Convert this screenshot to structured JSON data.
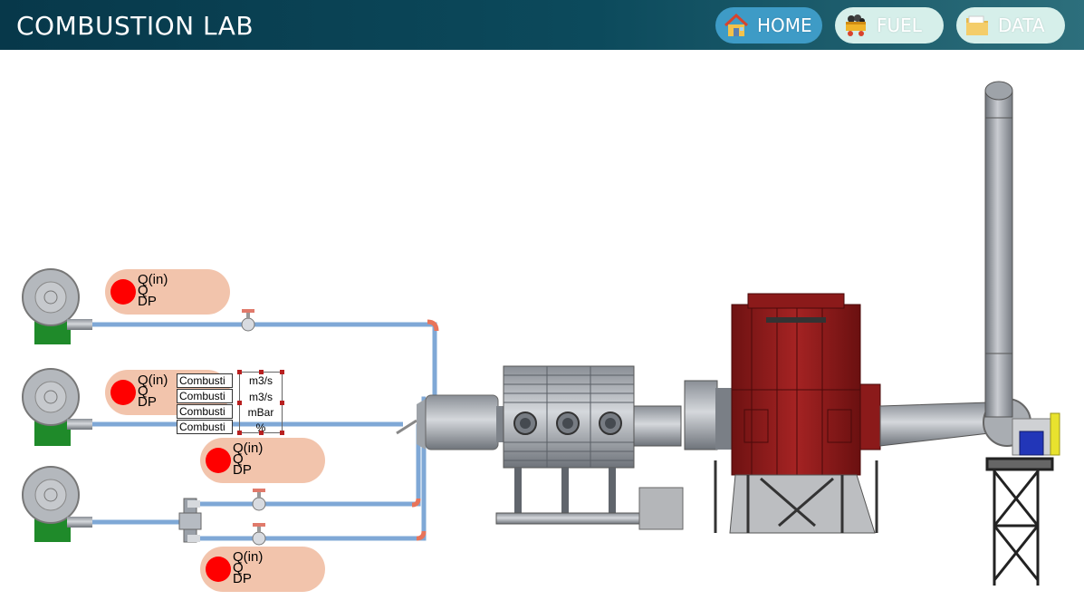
{
  "app": {
    "title": "COMBUSTION LAB"
  },
  "nav": [
    {
      "label": "HOME",
      "icon": "house-icon",
      "active": true
    },
    {
      "label": "FUEL",
      "icon": "coal-cart-icon",
      "active": false
    },
    {
      "label": "DATA",
      "icon": "folder-icon",
      "active": false
    }
  ],
  "readouts": [
    {
      "l1": "Q(in)",
      "l2": "Q",
      "l3": "DP",
      "status": "red"
    },
    {
      "l1": "Q(in)",
      "l2": "Q",
      "l3": "DP",
      "status": "red"
    },
    {
      "l1": "Q(in)",
      "l2": "Q",
      "l3": "DP",
      "status": "red"
    },
    {
      "l1": "Q(in)",
      "l2": "Q",
      "l3": "DP",
      "status": "red"
    }
  ],
  "config_rows": [
    {
      "name": "Combusti",
      "unit": "m3/s"
    },
    {
      "name": "Combusti",
      "unit": "m3/s"
    },
    {
      "name": "Combusti",
      "unit": "mBar"
    },
    {
      "name": "Combusti",
      "unit": "%"
    }
  ],
  "colors": {
    "header_dark": "#07384a",
    "pipe": "#7fa8d6",
    "elbow": "#e8745a",
    "readout_bg": "#f2c4ac",
    "status_red": "#ff0000",
    "furnace_red": "#8b1a1a",
    "fan_base": "#1f8a2a"
  }
}
